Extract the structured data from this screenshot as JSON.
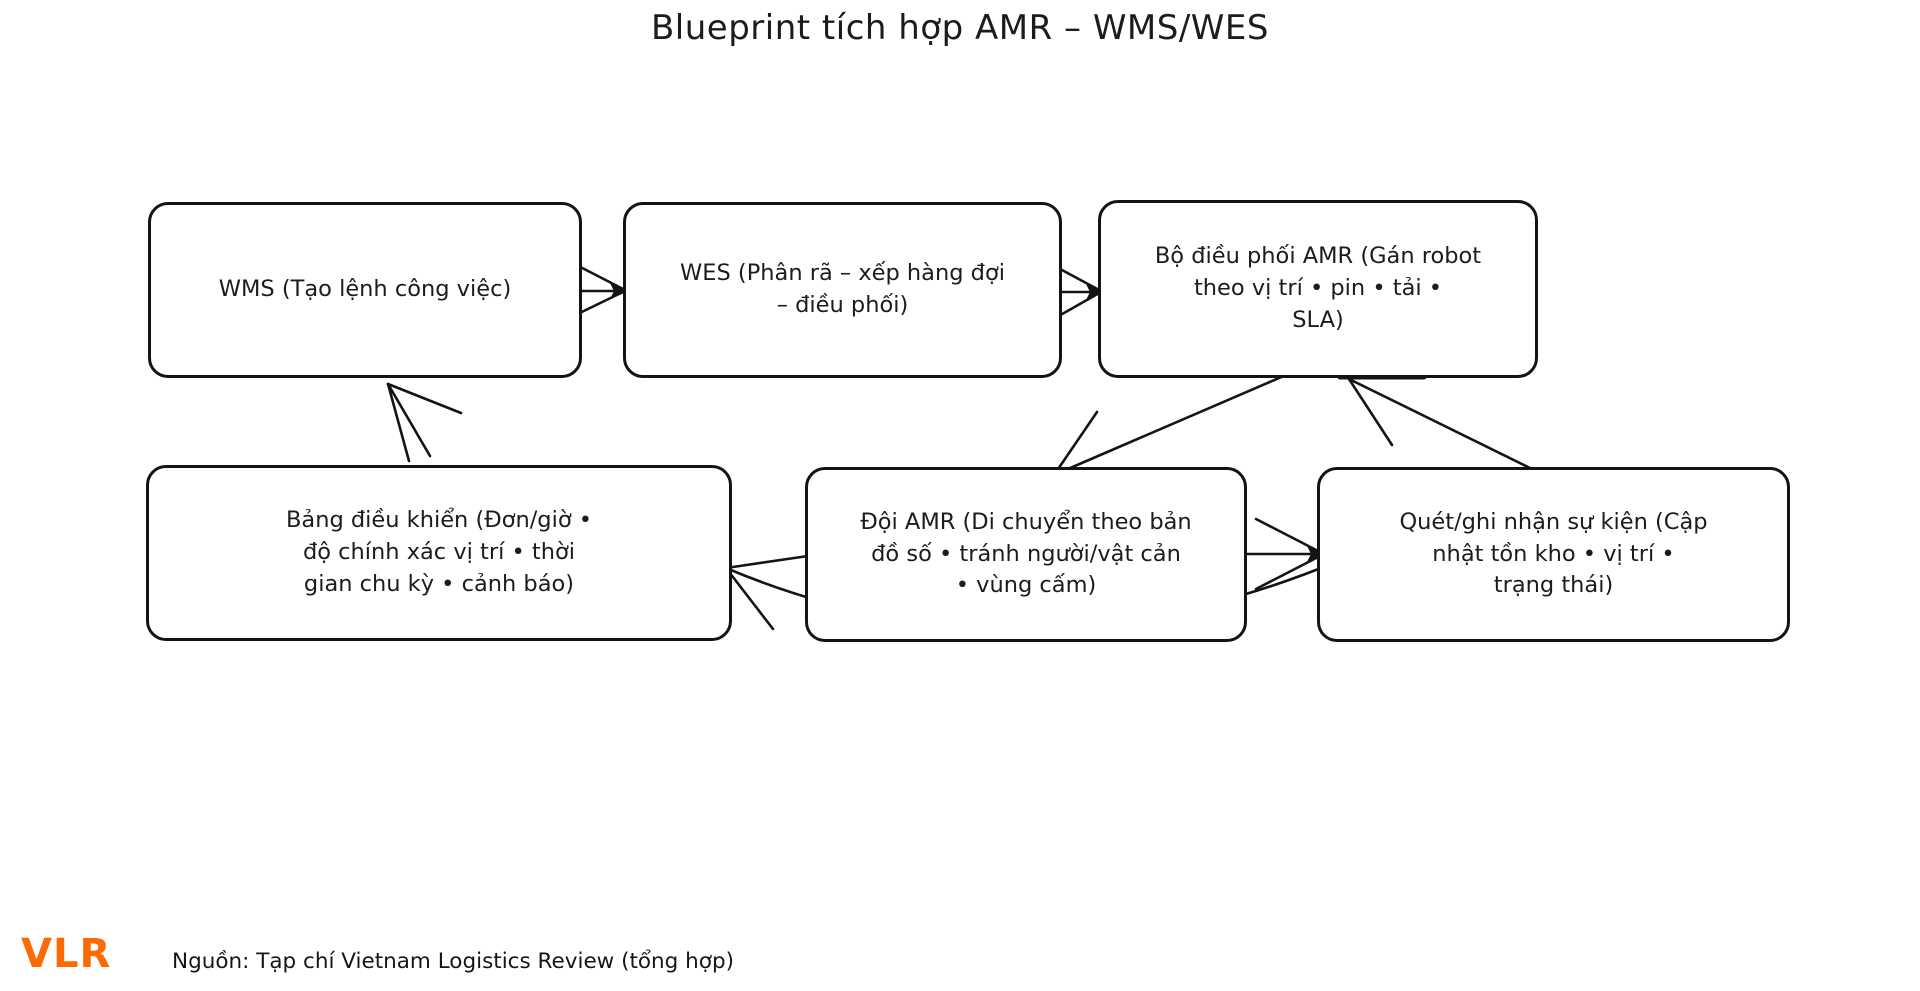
{
  "title": "Blueprint tích hợp AMR – WMS/WES",
  "nodes": {
    "wms": {
      "label": "WMS (Tạo lệnh công việc)",
      "lines": [
        "WMS (Tạo lệnh công việc)"
      ]
    },
    "wes": {
      "label": "WES (Phân rã – xếp hàng đợi – điều phối)",
      "lines": [
        "WES (Phân rã – xếp hàng đợi",
        "– điều phối)"
      ]
    },
    "dispatcher": {
      "label": "Bộ điều phối AMR (Gán robot theo vị trí • pin • tải • SLA)",
      "lines": [
        "Bộ điều phối AMR (Gán robot",
        "theo vị trí • pin • tải •",
        "SLA)"
      ]
    },
    "dashboard": {
      "label": "Bảng điều khiển (Đơn/giờ • độ chính xác vị trí • thời gian chu kỳ • cảnh báo)",
      "lines": [
        "Bảng điều khiển (Đơn/giờ •",
        "độ chính xác vị trí • thời",
        "gian chu kỳ • cảnh báo)"
      ]
    },
    "fleet": {
      "label": "Đội AMR (Di chuyển theo bản đồ số • tránh người/vật cản • vùng cấm)",
      "lines": [
        "Đội AMR (Di chuyển theo bản",
        "đồ số • tránh người/vật cản",
        "• vùng cấm)"
      ]
    },
    "events": {
      "label": "Quét/ghi nhận sự kiện (Cập nhật tồn kho • vị trí • trạng thái)",
      "lines": [
        "Quét/ghi nhận sự kiện (Cập",
        "nhật tồn kho • vị trí •",
        "trạng thái)"
      ]
    }
  },
  "edges": [
    {
      "from": "WMS",
      "to": "WES"
    },
    {
      "from": "WES",
      "to": "Bộ điều phối AMR"
    },
    {
      "from": "Bộ điều phối AMR",
      "to": "Đội AMR"
    },
    {
      "from": "Đội AMR",
      "to": "Quét/ghi nhận sự kiện"
    },
    {
      "from": "Quét/ghi nhận sự kiện",
      "to": "Bộ điều phối AMR"
    },
    {
      "from": "Quét/ghi nhận sự kiện",
      "to": "Bảng điều khiển"
    },
    {
      "from": "Bảng điều khiển",
      "to": "WMS"
    }
  ],
  "footer": {
    "logo": "VLR",
    "source": "Nguồn: Tạp chí Vietnam Logistics Review (tổng hợp)"
  },
  "colors": {
    "background": "#ffffff",
    "ink": "#141414",
    "logo_orange": "#fb6a04"
  }
}
